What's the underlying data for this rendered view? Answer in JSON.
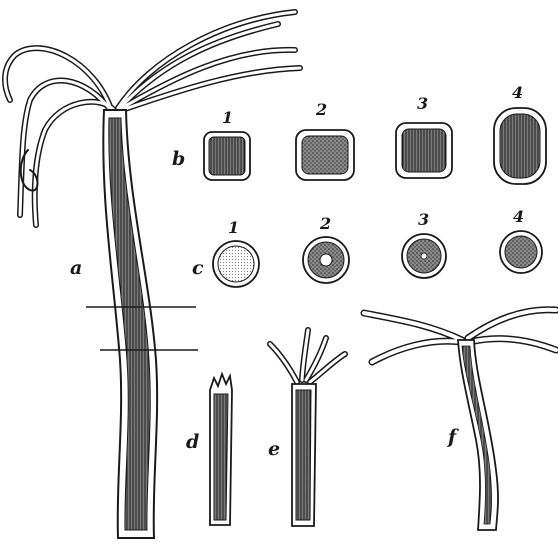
{
  "labels": {
    "a": "a",
    "b": "b",
    "c": "c",
    "d": "d",
    "e": "e",
    "f": "f"
  },
  "row_b_numbers": [
    "1",
    "2",
    "3",
    "4"
  ],
  "row_c_numbers": [
    "1",
    "2",
    "3",
    "4"
  ],
  "colors": {
    "ink": "#1a1a1a",
    "wall": "#ffffff",
    "fill": "#6a6a6a",
    "background": "#ffffff"
  }
}
